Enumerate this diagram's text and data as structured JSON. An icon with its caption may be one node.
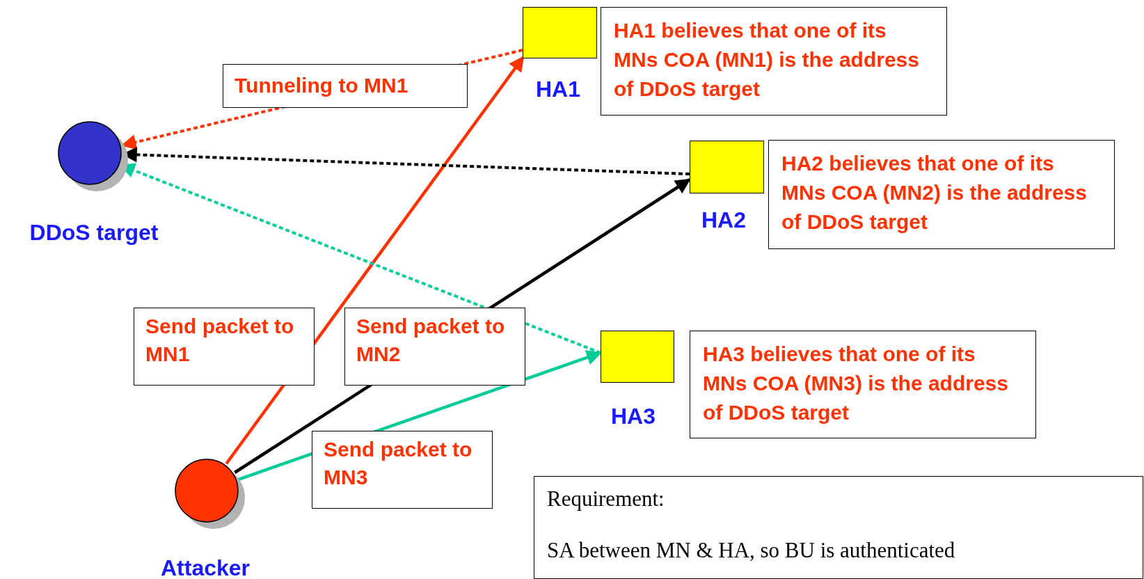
{
  "diagram": {
    "nodes": [
      {
        "text": [
          "DDoS target"
        ]
      },
      {
        "text": [
          "HA1"
        ]
      },
      {
        "text": [
          "HA2"
        ]
      },
      {
        "text": [
          "HA3"
        ]
      },
      {
        "text": [
          "Attacker"
        ]
      },
      {
        "text": [
          "HA1 believes that one of its MNs COA (MN1) is the address of DDoS target"
        ]
      },
      {
        "text": [
          "HA2 believes that one of its MNs COA (MN2) is the address of DDoS target"
        ]
      },
      {
        "text": [
          "HA3 believes that one of its MNs COA (MN3) is the address of DDoS target"
        ]
      },
      {
        "text": [
          "Requirement:",
          "SA between MN & HA, so BU is authenticated"
        ]
      }
    ],
    "edges": [
      {
        "from": 4,
        "to": 1,
        "arrow": "to",
        "label": "Send packet to MN1",
        "color": "#ff3300"
      },
      {
        "from": 4,
        "to": 2,
        "arrow": "to",
        "label": "Send packet to MN2",
        "color": "#000000"
      },
      {
        "from": 4,
        "to": 3,
        "arrow": "to",
        "label": "Send packet to MN3",
        "color": "#00cc99"
      },
      {
        "from": 1,
        "to": 0,
        "arrow": "to",
        "label": "Tunneling to MN1",
        "style": "dashed",
        "color": "#ff3300"
      },
      {
        "from": 2,
        "to": 0,
        "arrow": "to",
        "style": "dashed",
        "color": "#000000"
      },
      {
        "from": 3,
        "to": 0,
        "arrow": "to",
        "style": "dashed",
        "color": "#00cc99"
      }
    ]
  }
}
